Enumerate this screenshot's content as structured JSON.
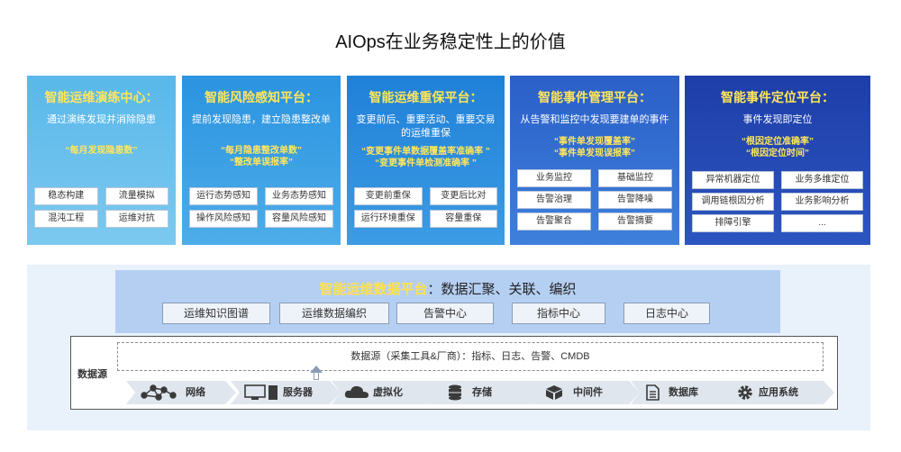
{
  "title": "AIOps在业务稳定性上的价值",
  "cards": [
    {
      "title": "智能运维演练中心：",
      "desc": "通过演练发现并消除隐患",
      "highlights": [
        "“每月发现隐患数”"
      ],
      "buttons": [
        "稳态构建",
        "流量模拟",
        "混沌工程",
        "运维对抗"
      ]
    },
    {
      "title": "智能风险感知平台：",
      "desc": "提前发现隐患，建立隐患整改单",
      "highlights": [
        "“每月隐患整改单数”",
        "“整改单误报率”"
      ],
      "buttons": [
        "运行态势感知",
        "业务态势感知",
        "操作风险感知",
        "容量风险感知"
      ]
    },
    {
      "title": "智能运维重保平台：",
      "desc": "变更前后、重要活动、重要交易的运维重保",
      "highlights": [
        "“变更事件单数据覆盖率准确率 ”",
        "“变更事件单检测准确率 ”"
      ],
      "buttons": [
        "变更前重保",
        "变更后比对",
        "运行环境重保",
        "容量重保"
      ]
    },
    {
      "title": "智能事件管理平台：",
      "desc": "从告警和监控中发现要建单的事件",
      "highlights": [
        "“事件单发现覆盖率”",
        "“事件单发现误报率”"
      ],
      "buttons": [
        "业务监控",
        "基础监控",
        "告警治理",
        "告警降噪",
        "告警聚合",
        "告警摘要"
      ]
    },
    {
      "title": "智能事件定位平台：",
      "desc": "事件发现即定位",
      "highlights": [
        "“根因定位准确率”",
        "“根因定位时间”"
      ],
      "buttons": [
        "异常机器定位",
        "业务多维定位",
        "调用链根因分析",
        "业务影响分析",
        "排障引擎",
        "..."
      ]
    }
  ],
  "platform": {
    "title_highlight": "智能运维数据平台",
    "title_rest": "：数据汇聚、关联、编织",
    "buttons": [
      "运维知识图谱",
      "运维数据编织",
      "告警中心",
      "指标中心",
      "日志中心"
    ]
  },
  "datasource": {
    "label": "数据源",
    "bar_text": "数据源（采集工具&厂商）：指标、日志、告警、CMDB",
    "items": [
      {
        "label": "网络",
        "icon": "network-icon"
      },
      {
        "label": "服务器",
        "icon": "server-icon"
      },
      {
        "label": "虚拟化",
        "icon": "cloud-icon"
      },
      {
        "label": "存储",
        "icon": "database-icon"
      },
      {
        "label": "中间件",
        "icon": "box-icon"
      },
      {
        "label": "数据库",
        "icon": "document-icon"
      },
      {
        "label": "应用系统",
        "icon": "gear-icon"
      }
    ]
  },
  "colors": {
    "highlight": "#ffe65a",
    "platform_bg": "#b5cff3",
    "lower_bg": "#e9f1fb",
    "icon": "#3a3a3a"
  }
}
